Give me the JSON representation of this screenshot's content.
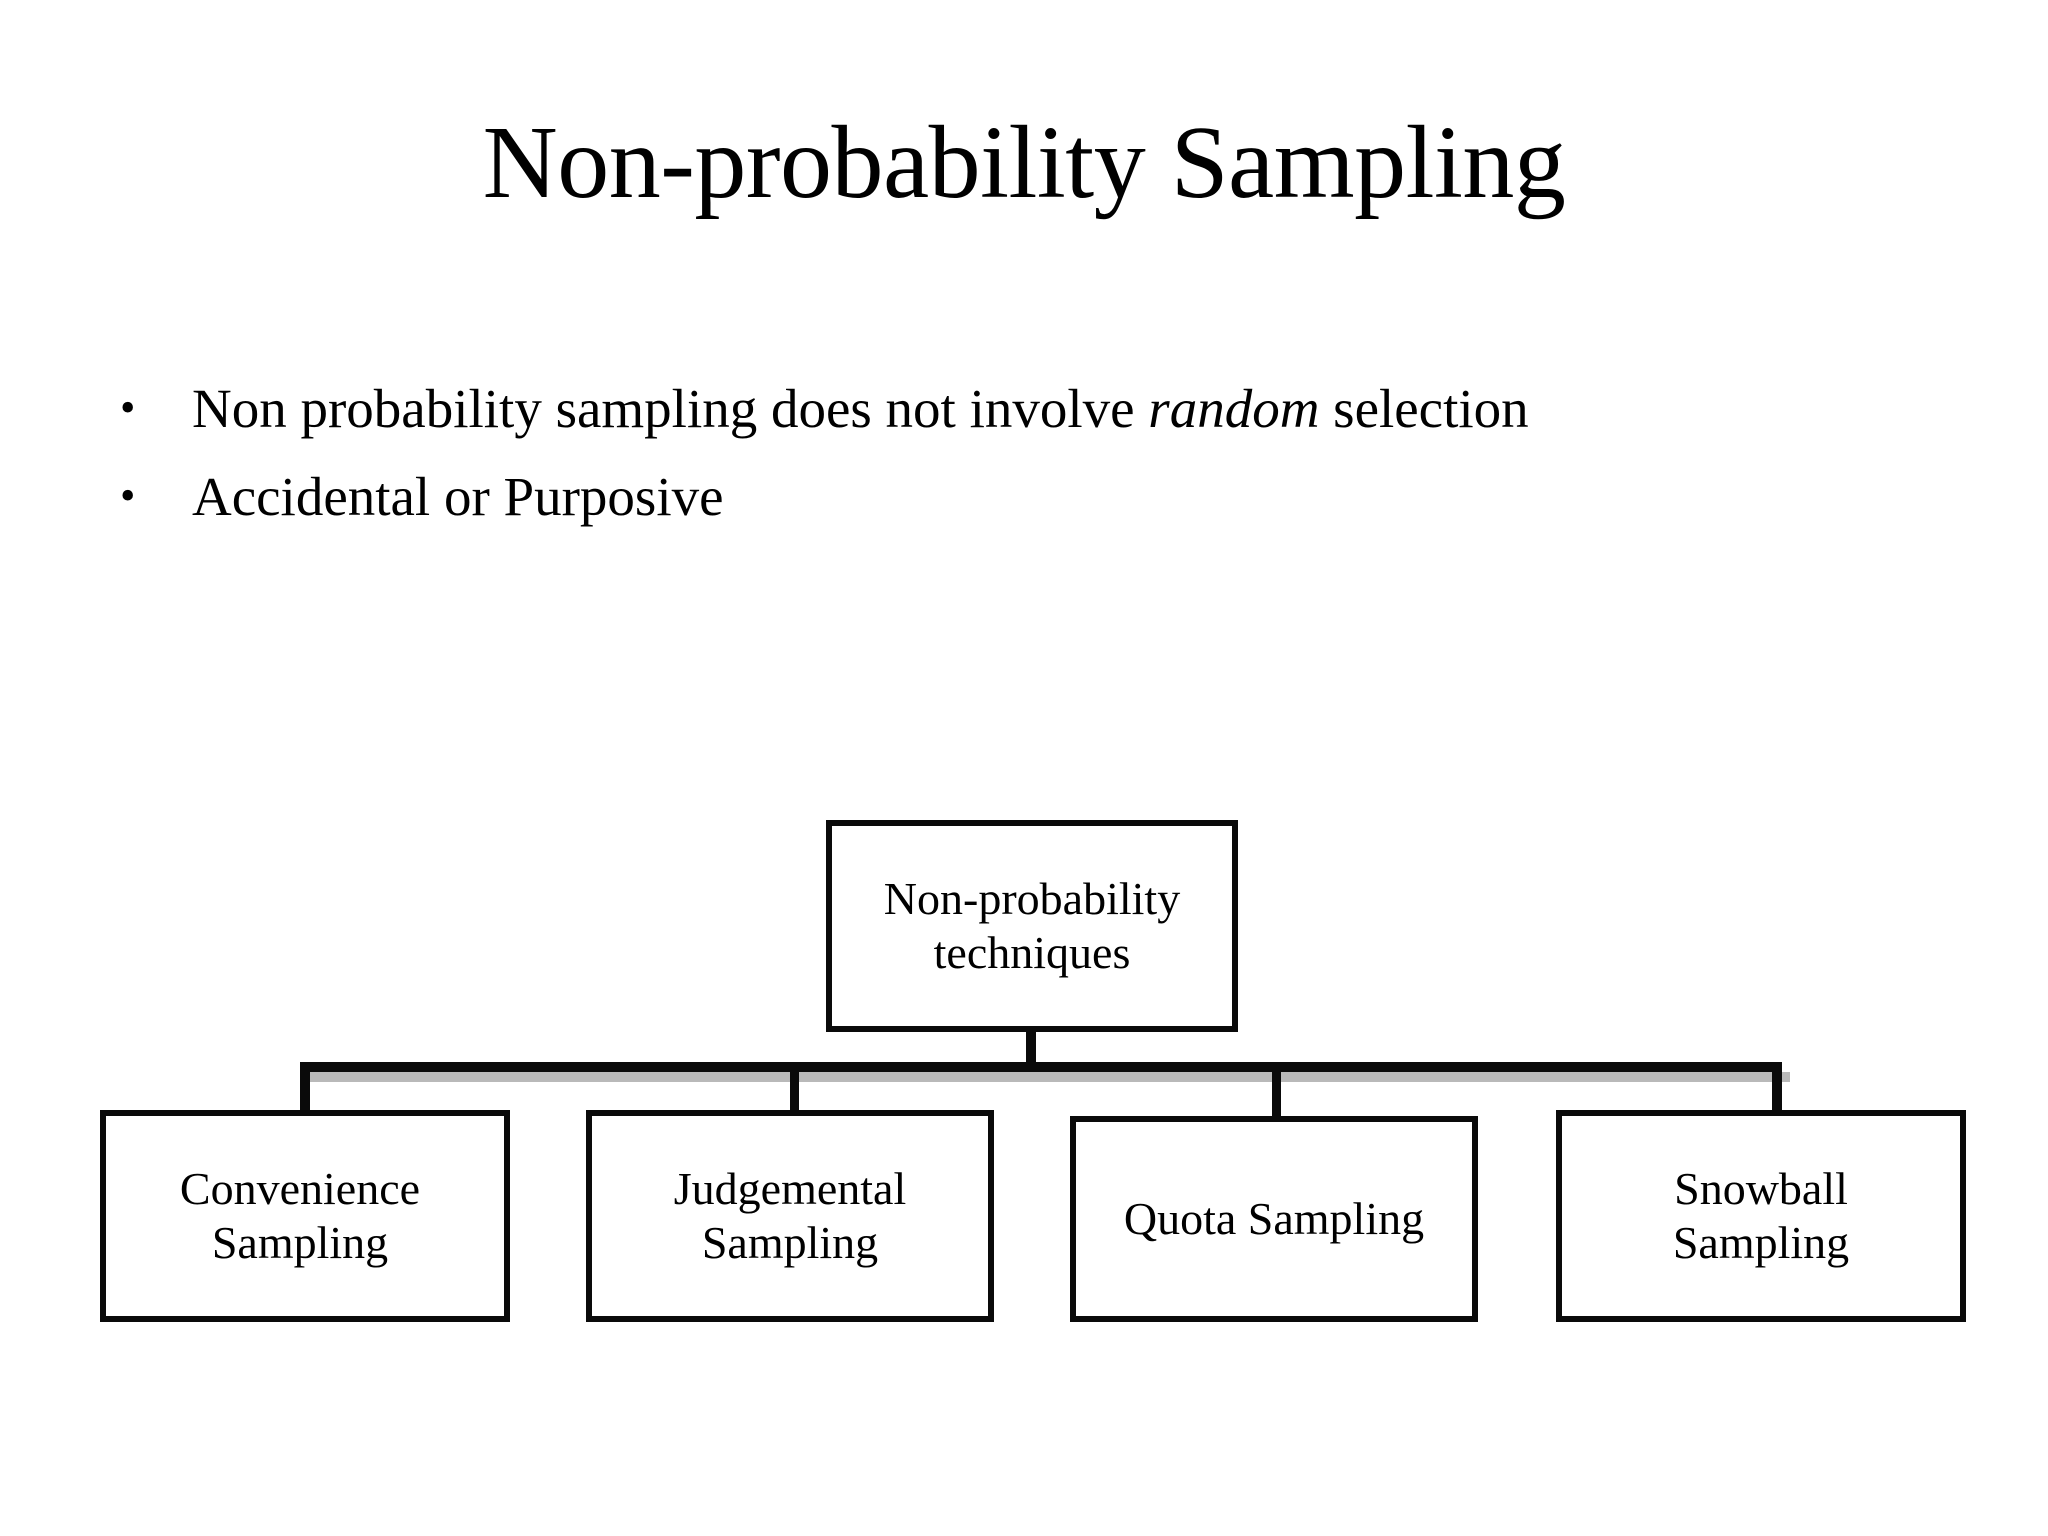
{
  "slide": {
    "title": "Non-probability Sampling",
    "background_color": "#ffffff",
    "text_color": "#000000"
  },
  "bullets": [
    {
      "marker": "•",
      "text_before": "Non probability sampling does not involve ",
      "emphasis": "random",
      "text_after": " selection",
      "full_text": "Non probability sampling does not involve random selection"
    },
    {
      "marker": "•",
      "text_before": "Accidental or Purposive",
      "emphasis": "",
      "text_after": "",
      "full_text": "Accidental or Purposive"
    }
  ],
  "diagram": {
    "type": "org-chart",
    "root": {
      "label": "Non-probability techniques",
      "line1": "Non-probability",
      "line2": "techniques",
      "border_color": "#0a0a0a",
      "fill_color": "#ffffff"
    },
    "connector": {
      "color": "#0a0a0a",
      "shadow_color": "#b9b9b9"
    },
    "leaves": [
      {
        "label": "Convenience Sampling",
        "line1": "Convenience",
        "line2": "Sampling"
      },
      {
        "label": "Judgemental Sampling",
        "line1": "Judgemental",
        "line2": "Sampling"
      },
      {
        "label": "Quota Sampling",
        "line1": "Quota Sampling",
        "line2": ""
      },
      {
        "label": "Snowball Sampling",
        "line1": "Snowball",
        "line2": "Sampling"
      }
    ]
  }
}
